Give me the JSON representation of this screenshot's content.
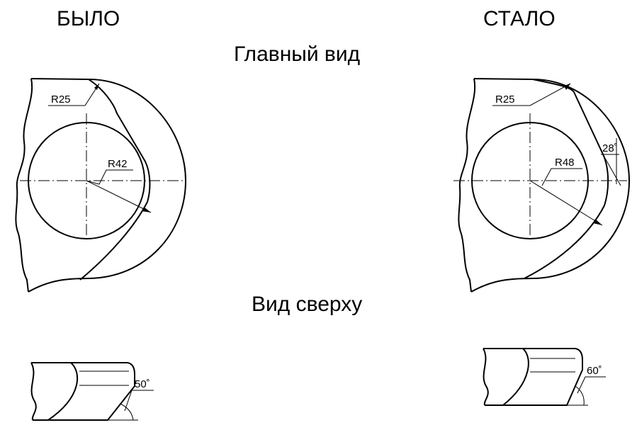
{
  "headers": {
    "before": "БЫЛО",
    "after": "СТАЛО"
  },
  "views": {
    "front": "Главный вид",
    "top": "Вид сверху"
  },
  "before": {
    "r_small": "R25",
    "r_large": "R42",
    "angle": "50˚"
  },
  "after": {
    "r_small": "R25",
    "r_large": "R48",
    "angle_front": "28˚",
    "angle_top": "60˚"
  }
}
